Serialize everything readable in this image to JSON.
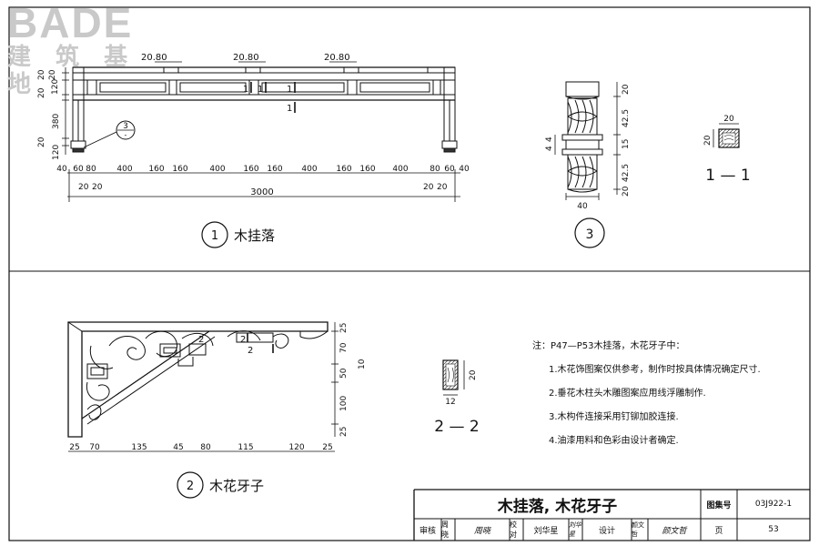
{
  "logo": {
    "brand": "BADE",
    "chinese": "建 筑 基 地"
  },
  "drawing1": {
    "ref": "1",
    "name": "木挂落",
    "top_dims": [
      "20.80",
      "20.80",
      "20.80"
    ],
    "left_dims": [
      "20",
      "20",
      "20",
      "120",
      "380",
      "20",
      "120"
    ],
    "inner_marks": [
      "1",
      "1",
      "1",
      "1"
    ],
    "callout": {
      "num": "3",
      "sub": "-"
    },
    "bottom_row1": [
      "40",
      "60",
      "80",
      "400",
      "160",
      "160",
      "400",
      "160",
      "160",
      "400",
      "160",
      "160",
      "400",
      "80",
      "60",
      "40"
    ],
    "bottom_row2": [
      "20",
      "20",
      "20",
      "20"
    ],
    "overall": "3000"
  },
  "detail3": {
    "ref": "3",
    "right_dims": [
      "20",
      "42.5",
      "15",
      "42.5",
      "20"
    ],
    "left_dims": [
      "4",
      "4"
    ],
    "bottom_dim": "40"
  },
  "section11": {
    "label": "1 — 1",
    "top_dim": "20",
    "left_dim": "20"
  },
  "drawing2": {
    "ref": "2",
    "name": "木花牙子",
    "inner_marks": [
      "2",
      "2",
      "2"
    ],
    "right_dims": [
      "25",
      "70",
      "50",
      "100",
      "25"
    ],
    "right_extra": "10",
    "bottom_dims": [
      "25",
      "70",
      "135",
      "45",
      "80",
      "115",
      "120",
      "25"
    ]
  },
  "section22": {
    "label": "2 — 2",
    "right_dim": "20",
    "bottom_dim": "12"
  },
  "notes": {
    "title": "注：P47—P53木挂落，木花牙子中：",
    "items": [
      "1.木花饰图案仅供参考，制作时按具体情况确定尺寸.",
      "2.垂花木柱头木雕图案应用线浮雕制作.",
      "3.木构件连接采用钉铆加胶连接.",
      "4.油漆用料和色彩由设计者确定."
    ]
  },
  "title_block": {
    "title": "木挂落,  木花牙子",
    "atlas_label": "图集号",
    "atlas_no": "03J922-1",
    "page_label": "页",
    "page_no": "53",
    "review_label": "审核",
    "review_name": "周 晓",
    "review_sig": "周晓",
    "check_label": "校对",
    "check_name": "刘华星",
    "check_sig": "刘华星",
    "design_label": "设计",
    "design_name": "颜文哲",
    "design_sig": "颜文哲"
  }
}
